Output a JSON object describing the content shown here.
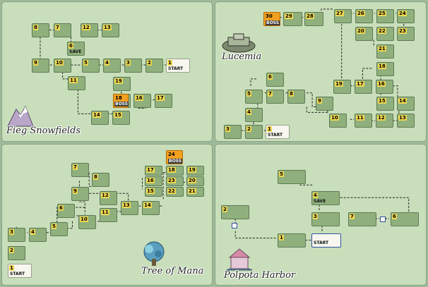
{
  "labels": {
    "start": "START",
    "save": "SAVE",
    "boss": "BOSS"
  },
  "panels": [
    {
      "name": "Fieg Snowfields",
      "icon": "snow-mountain-icon"
    },
    {
      "name": "Lucemia",
      "icon": "city-icon"
    },
    {
      "name": "Tree of Mana",
      "icon": "tree-icon"
    },
    {
      "name": "Polpota Harbor",
      "icon": "harbor-icon"
    }
  ],
  "fieg": {
    "rooms": [
      "1",
      "2",
      "3",
      "4",
      "5",
      "6",
      "7",
      "8",
      "9",
      "10",
      "11",
      "12",
      "13",
      "14",
      "15",
      "16",
      "17",
      "18",
      "19"
    ]
  },
  "lucemia": {
    "rooms": [
      "1",
      "2",
      "3",
      "4",
      "5",
      "6",
      "7",
      "8",
      "9",
      "10",
      "11",
      "12",
      "13",
      "14",
      "15",
      "16",
      "17",
      "18",
      "19",
      "20",
      "21",
      "22",
      "23",
      "24",
      "25",
      "26",
      "27",
      "28",
      "29",
      "30"
    ]
  },
  "tree": {
    "rooms": [
      "1",
      "2",
      "3",
      "4",
      "5",
      "6",
      "7",
      "8",
      "9",
      "10",
      "11",
      "12",
      "13",
      "14",
      "15",
      "16",
      "17",
      "18",
      "19",
      "20",
      "21",
      "22",
      "23",
      "24"
    ]
  },
  "harbor": {
    "rooms": [
      "1",
      "2",
      "3",
      "4",
      "5",
      "6",
      "7"
    ]
  }
}
